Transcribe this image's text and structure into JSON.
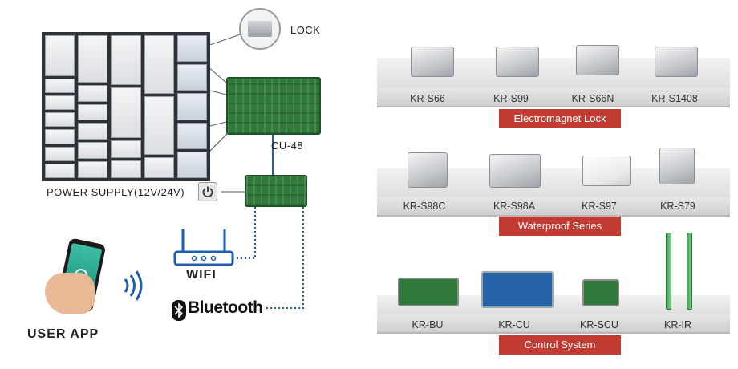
{
  "diagram": {
    "lock_label": "LOCK",
    "board_label": "CU-48",
    "power_label": "POWER SUPPLY(12V/24V)",
    "wifi_label": "WIFI",
    "bluetooth_label": "Bluetooth",
    "app_label": "USER APP"
  },
  "catalog": {
    "sections": [
      {
        "banner": "Electromagnet Lock",
        "products": [
          "KR-S66",
          "KR-S99",
          "KR-S66N",
          "KR-S1408"
        ]
      },
      {
        "banner": "Waterproof Series",
        "products": [
          "KR-S98C",
          "KR-S98A",
          "KR-S97",
          "KR-S79"
        ]
      },
      {
        "banner": "Control System",
        "products": [
          "KR-BU",
          "KR-CU",
          "KR-SCU",
          "KR-IR"
        ]
      }
    ]
  },
  "colors": {
    "banner": "#c23b32",
    "connector_line": "#1f5fb0",
    "pcb_green": "#2f7a3a"
  }
}
